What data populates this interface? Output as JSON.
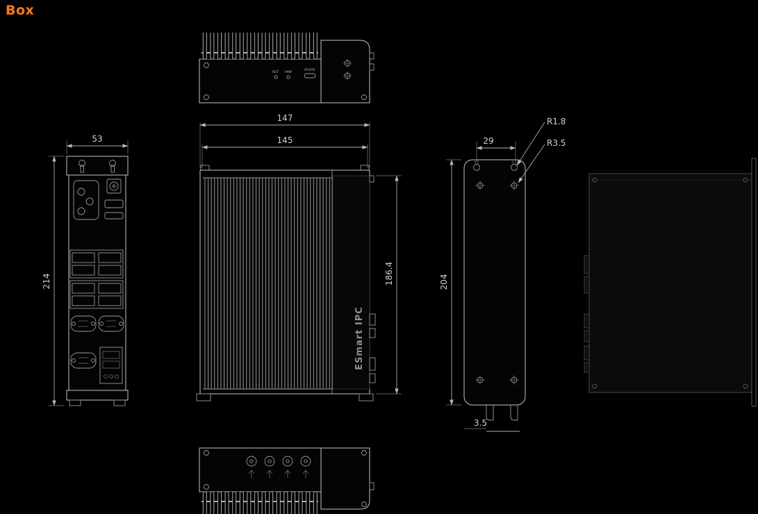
{
  "title": "Box",
  "colors": {
    "accent": "#ff7a1a",
    "line": "#c4c4c4",
    "dim_text": "#cfcfcf",
    "background": "#000000"
  },
  "drawing": {
    "dims": {
      "side_width": "53",
      "side_height": "214",
      "front_width": "147",
      "front_width_inner": "145",
      "front_height": "186.4",
      "back_hole_spacing": "29",
      "back_height": "204",
      "radius_small": "R1.8",
      "radius_large": "R3.5",
      "hook_offset": "3.5"
    },
    "labels": {
      "brand": "ESmart IPC",
      "rst": "RST",
      "pwr": "PWR",
      "atx": "AT/ATX"
    }
  }
}
